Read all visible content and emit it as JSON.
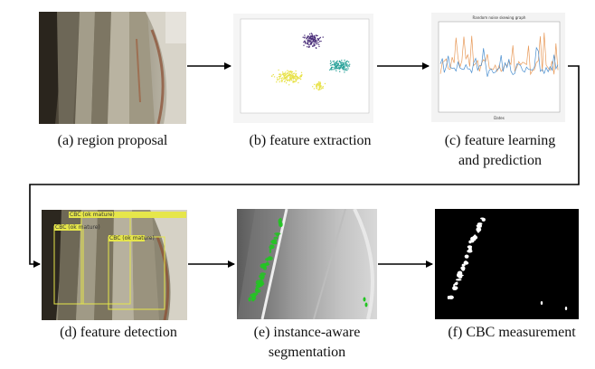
{
  "captions": {
    "a": "(a) region proposal",
    "b": "(b) feature extraction",
    "c_line1": "(c) feature learning",
    "c_line2": "and prediction",
    "d": "(d) feature detection",
    "e_line1": "(e) instance-aware",
    "e_line2": "segmentation",
    "f": "(f) CBC measurement"
  },
  "plot_c": {
    "title": "Random noise skewing graph",
    "xlabel": "Dates"
  },
  "detection_labels": [
    "CBC (ok mature)",
    "CBC (ok mature)",
    "CBC (ok mature)"
  ],
  "colors": {
    "arrow": "#000000",
    "scatter_purple": "#4b2f7a",
    "scatter_teal": "#2aa39a",
    "scatter_yellow": "#e8e24a",
    "line_orange": "#e89a5a",
    "line_blue": "#4a8fd0",
    "detect_box": "#e6e64a",
    "seg_green": "#22c522"
  }
}
